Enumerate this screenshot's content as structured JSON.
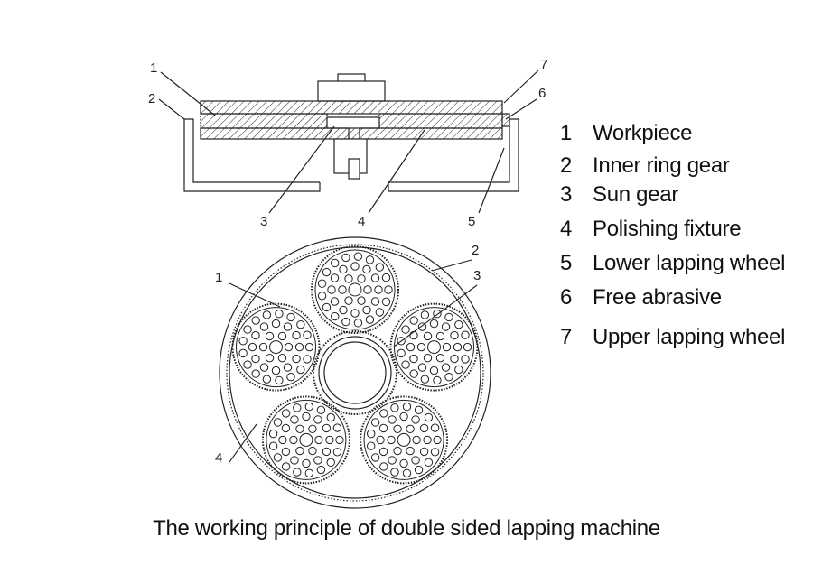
{
  "section_callouts": {
    "c1": "1",
    "c2": "2",
    "c3": "3",
    "c4": "4",
    "c5": "5",
    "c6": "6",
    "c7": "7"
  },
  "plan_callouts": {
    "c1": "1",
    "c2": "2",
    "c3": "3",
    "c4": "4"
  },
  "legend": {
    "items": [
      {
        "number": "1",
        "label": "Workpiece"
      },
      {
        "number": "2",
        "label": "Inner ring gear"
      },
      {
        "number": "3",
        "label": "Sun gear"
      },
      {
        "number": "4",
        "label": "Polishing fixture"
      },
      {
        "number": "5",
        "label": "Lower lapping wheel"
      },
      {
        "number": "6",
        "label": "Free abrasive"
      },
      {
        "number": "7",
        "label": "Upper lapping wheel"
      }
    ]
  },
  "caption": "The working principle of double sided lapping machine"
}
